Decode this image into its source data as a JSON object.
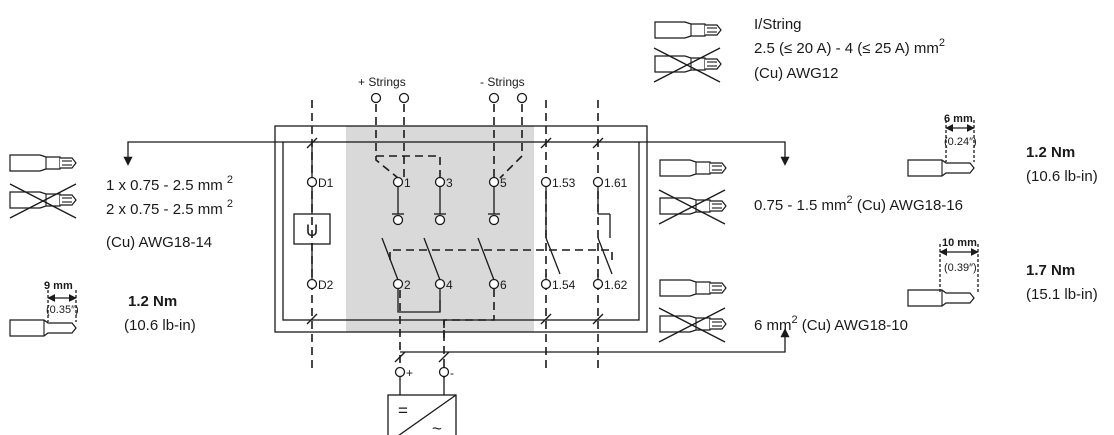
{
  "colors": {
    "line": "#1a1a1a",
    "shade": "#d9d9d9",
    "background": "#ffffff"
  },
  "string_inputs": {
    "plus_label": "+ Strings",
    "minus_label": "- Strings",
    "current_label": "I/String",
    "spec_line1": "2.5 (≤ 20 A) - 4 (≤ 25 A) mm",
    "spec_sup": "2",
    "spec_line2": "(Cu) AWG12"
  },
  "left_conductors": {
    "line1": "1 x 0.75 - 2.5 mm ",
    "line1_sup": "2",
    "line2": "2 x 0.75 - 2.5 mm ",
    "line2_sup": "2",
    "line3": "(Cu) AWG18-14"
  },
  "left_strip": {
    "length": "9 mm",
    "inch": "(0.35″)",
    "torque": "1.2 Nm",
    "torque_lbin": "(10.6 lb-in)"
  },
  "aux_conductors": {
    "pre": "0.75 - 1.5 mm",
    "sup": "2",
    "post": " (Cu) AWG18-16"
  },
  "main_conductors": {
    "pre": "6 mm",
    "sup": "2",
    "post": " (Cu) AWG18-10"
  },
  "right_strip_top": {
    "length": "6 mm",
    "inch": "(0.24″)",
    "torque": "1.2 Nm",
    "torque_lbin": "(10.6 lb-in)"
  },
  "right_strip_bottom": {
    "length": "10 mm",
    "inch": "(0.39″)",
    "torque": "1.7 Nm",
    "torque_lbin": "(15.1 lb-in)"
  },
  "terminals": {
    "d1": "D1",
    "d2": "D2",
    "u": "U",
    "t1": "1",
    "t3": "3",
    "t5": "5",
    "t2": "2",
    "t4": "4",
    "t6": "6",
    "t153": "1.53",
    "t161": "1.61",
    "t154": "1.54",
    "t162": "1.62",
    "plus": "+",
    "minus": "-"
  },
  "inverter": {
    "dc_symbol": "=",
    "ac_symbol": "~"
  }
}
